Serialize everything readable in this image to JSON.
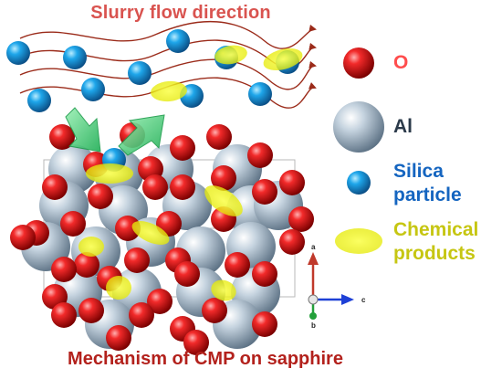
{
  "titles": {
    "top": "Slurry flow direction",
    "bottom": "Mechanism of CMP on sapphire"
  },
  "legend": {
    "items": [
      {
        "key": "oxygen",
        "label": "O",
        "color": "#ff4d4d",
        "icon": "oxygen-atom-icon"
      },
      {
        "key": "aluminum",
        "label": "Al",
        "color": "#2b3a4a",
        "icon": "aluminum-atom-icon"
      },
      {
        "key": "silica",
        "label_line1": "Silica",
        "label_line2": "particle",
        "color": "#1565c0",
        "icon": "silica-particle-icon"
      },
      {
        "key": "chemical",
        "label_line1": "Chemical",
        "label_line2": "products",
        "color": "#c6c612",
        "icon": "chemical-product-icon"
      }
    ]
  },
  "axes": {
    "a": "a",
    "b": "b",
    "c": "c"
  },
  "colors": {
    "oxygen": "#e01414",
    "aluminum": "#a9bccc",
    "silica": "#1b9fe0",
    "chemical": "#eef02a",
    "flow_arrow": "#9b2b1a",
    "green_arrow": "#2ec870",
    "title": "#d9534f",
    "caption": "#b3211c"
  }
}
